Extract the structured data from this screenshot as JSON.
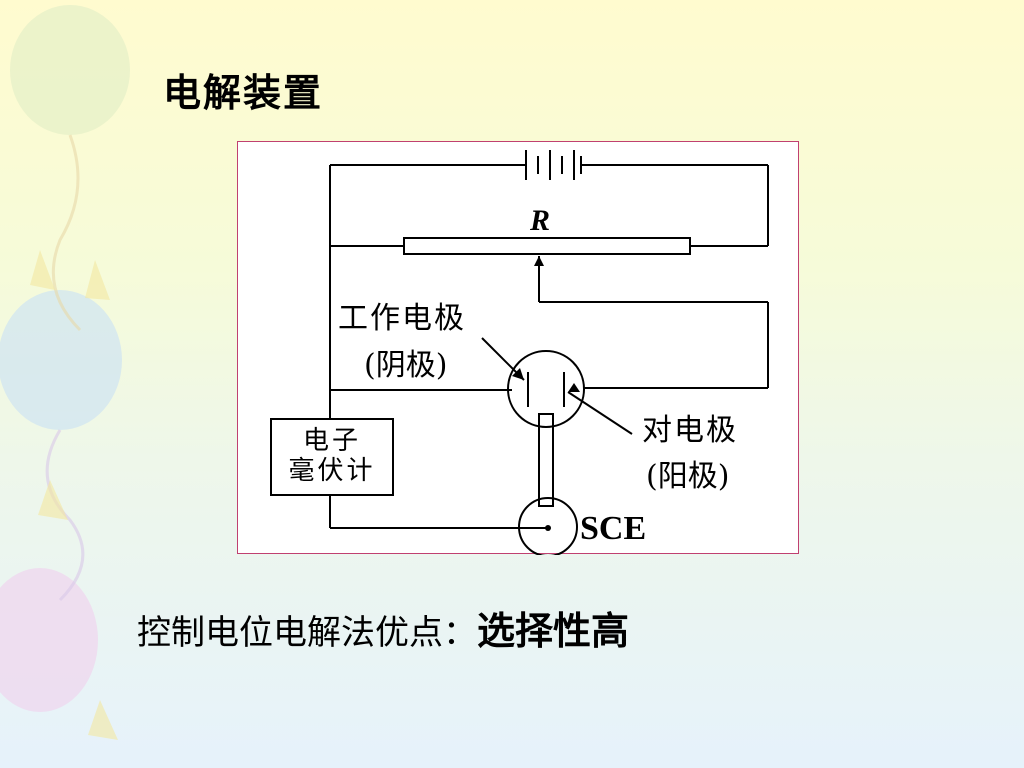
{
  "slide": {
    "title": "电解装置",
    "bottom_prefix": "控制电位电解法优点：",
    "bottom_highlight": "选择性高"
  },
  "diagram": {
    "resistor_label": "R",
    "working_electrode_line1": "工作电极",
    "working_electrode_line2": "(阴极)",
    "counter_electrode_line1": "对电极",
    "counter_electrode_line2": "(阳极)",
    "meter_line1": "电子",
    "meter_line2": "毫伏计",
    "reference_label": "SCE"
  },
  "colors": {
    "frame_border": "#c04070",
    "background_top": "#fffbcf",
    "background_bottom": "#e6f2fb"
  }
}
